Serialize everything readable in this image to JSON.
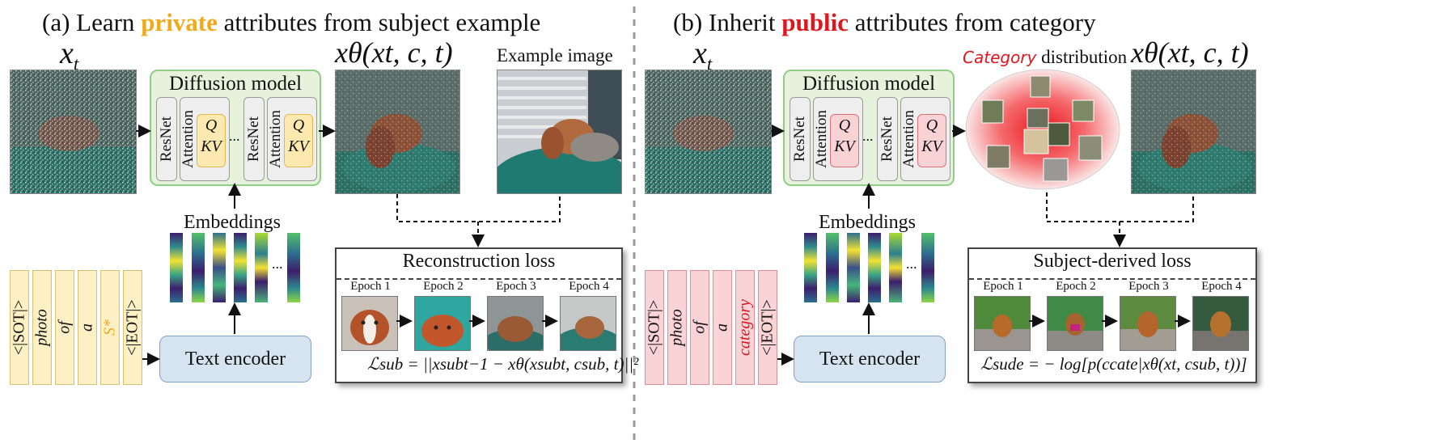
{
  "panel_a": {
    "title_prefix": "(a) Learn ",
    "title_keyword": "private",
    "title_suffix": " attributes from subject example",
    "xt_label": "x",
    "xt_sub": "t",
    "diffusion_label": "Diffusion model",
    "resnet_label": "ResNet",
    "attention_label": "Attention",
    "q_label": "Q",
    "kv_label": "KV",
    "dots": "...",
    "output_label": "xθ(xt, c, t)",
    "example_label": "Example image",
    "embeddings_label": "Embeddings",
    "emb_dots": "...",
    "text_encoder_label": "Text encoder",
    "tokens": [
      "<|SOT|>",
      "photo",
      "of",
      "a",
      "S*",
      "<|EOT|>"
    ],
    "loss_title": "Reconstruction loss",
    "epochs": [
      "Epoch 1",
      "Epoch 2",
      "Epoch 3",
      "Epoch 4"
    ],
    "formula": "ℒsub = ||xsubt−1 − xθ(xsubt, csub, t)||²"
  },
  "panel_b": {
    "title_prefix": "(b) Inherit ",
    "title_keyword": "public",
    "title_suffix": " attributes from category",
    "xt_label": "x",
    "xt_sub": "t",
    "diffusion_label": "Diffusion model",
    "resnet_label": "ResNet",
    "attention_label": "Attention",
    "q_label": "Q",
    "kv_label": "KV",
    "dots": "...",
    "category_word": "Category",
    "distribution_word": " distribution",
    "output_label": "xθ(xt, c, t)",
    "embeddings_label": "Embeddings",
    "emb_dots": "...",
    "text_encoder_label": "Text encoder",
    "tokens": [
      "<|SOT|>",
      "photo",
      "of",
      "a",
      "category",
      "<|EOT|>"
    ],
    "loss_title": "Subject-derived loss",
    "epochs": [
      "Epoch 1",
      "Epoch 2",
      "Epoch 3",
      "Epoch 4"
    ],
    "formula": "ℒsude = − log[p(ccate|xθ(xt, csub, t))]"
  },
  "colors": {
    "private": "#f1a91b",
    "public": "#e0161e",
    "diffusion_bg": "#e7f2dc",
    "diffusion_border": "#8fcf85",
    "encoder_bg": "#d6e4f2",
    "token_a": "#fdf0c4",
    "token_b": "#f9d3d6"
  }
}
